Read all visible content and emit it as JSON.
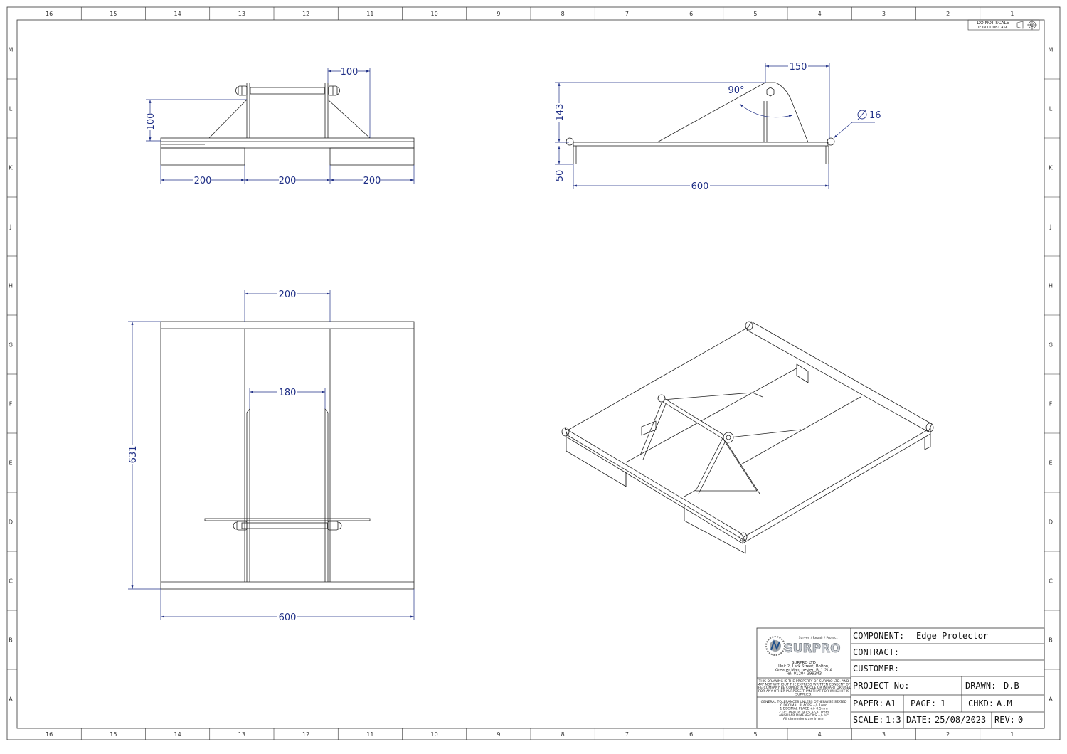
{
  "grid": {
    "columns": [
      "16",
      "15",
      "14",
      "13",
      "12",
      "11",
      "10",
      "9",
      "8",
      "7",
      "6",
      "5",
      "4",
      "3",
      "2",
      "1"
    ],
    "rows": [
      "M",
      "L",
      "K",
      "J",
      "H",
      "G",
      "F",
      "E",
      "D",
      "C",
      "B",
      "A"
    ]
  },
  "notice": {
    "line1": "DO NOT SCALE",
    "line2": "IF IN DOUBT ASK"
  },
  "views": {
    "front": {
      "dim_top": "100",
      "dim_left": "100",
      "dim_b1": "200",
      "dim_b2": "200",
      "dim_b3": "200"
    },
    "side": {
      "dim_width": "150",
      "dim_height": "143",
      "dim_angle": "90°",
      "dim_diameter": "16",
      "dim_base": "50",
      "dim_length": "600"
    },
    "plan": {
      "dim_top": "200",
      "dim_inner": "180",
      "dim_height": "631",
      "dim_length": "600"
    }
  },
  "company": {
    "tagline": "Survey / Repair / Protect",
    "name": "SURPRO",
    "address_lines": [
      "SURPRO LTD",
      "Unit 2, Lark Street, Bolton,",
      "Greater Manchester, BL1 2UA",
      "Tel: 01204 399343"
    ],
    "property_lines": [
      "THIS DRAWING IS THE PROPERTY OF SURPRO LTD. AND",
      "MAY NOT WITHOUT THE EXPRESS WRITTEN CONSENT OF",
      "THE COMPANY BE COPIED IN WHOLE OR IN PART OR USED",
      "FOR ANY OTHER PURPOSE THAN THAT FOR WHICH IT IS",
      "SUPPLIED."
    ],
    "tolerance_lines": [
      "GENERAL TOLERANCES UNLESS OTHERWISE STATED",
      "0 DECIMAL PLACES +/- 1mm",
      "1 DECIMAL PLACE +/- 0.5mm",
      "2 DECIMAL PLACES +/- 0.1mm",
      "ANGULAR DIMENSIONS +/- ½°",
      "All dimensions are in mm"
    ]
  },
  "title_block": {
    "component_label": "COMPONENT:",
    "component_value": "Edge Protector",
    "contract_label": "CONTRACT:",
    "contract_value": "",
    "customer_label": "CUSTOMER:",
    "customer_value": "",
    "project_label": "PROJECT No:",
    "project_value": "",
    "drawn_label": "DRAWN:",
    "drawn_value": "D.B",
    "paper_label": "PAPER:",
    "paper_value": "A1",
    "page_label": "PAGE:",
    "page_value": "1",
    "chkd_label": "CHKD:",
    "chkd_value": "A.M",
    "scale_label": "SCALE:",
    "scale_value": "1:3",
    "date_label": "DATE:",
    "date_value": "25/08/2023",
    "rev_label": "REV:",
    "rev_value": "0"
  },
  "colors": {
    "dimension": "#1f2f86",
    "line": "#222222"
  }
}
